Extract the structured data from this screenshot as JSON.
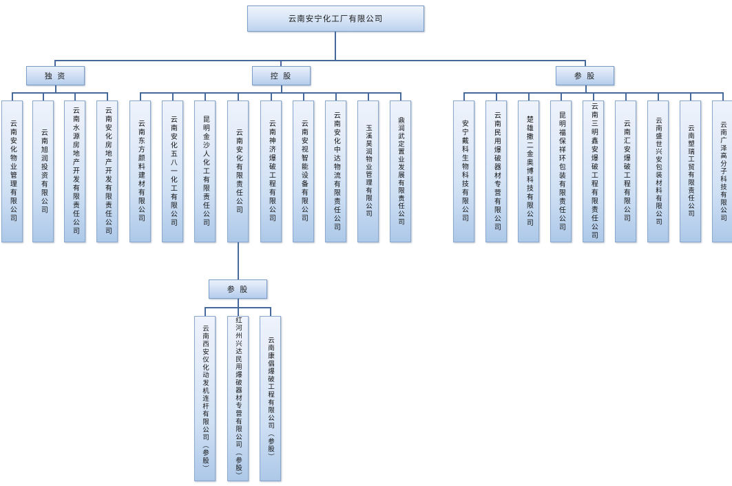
{
  "chart": {
    "type": "org-chart",
    "root": {
      "label": "云南安宁化工厂有限公司"
    },
    "branches": [
      {
        "id": "duzi",
        "label": "独 资",
        "children": [
          {
            "label": "云南安化物业管理有限公司"
          },
          {
            "label": "云南旭润投资有限公司"
          },
          {
            "label": "云南水源房地产开发有限责任公司"
          },
          {
            "label": "云南安化房地产开发有限责任公司"
          }
        ]
      },
      {
        "id": "konggu",
        "label": "控 股",
        "children": [
          {
            "label": "云南东方颜料建材有限公司"
          },
          {
            "label": "云南安化五八一化工有限公司"
          },
          {
            "label": "昆明金沙人化工有限责任公司"
          },
          {
            "label": "云南安化有限责任公司"
          },
          {
            "label": "云南神济爆破工程有限公司"
          },
          {
            "label": "云南安视智能设备有限公司"
          },
          {
            "label": "云南安化中达物流有限责任公司"
          },
          {
            "label": "玉溪昊润物业管理有限公司"
          },
          {
            "label": "鼎润武定置业发展有限责任公司"
          }
        ],
        "sub": {
          "id": "konggu-cangu",
          "label": "参 股",
          "parent_child_index": 3,
          "children": [
            {
              "label": "云南西安仪化动发机连杆有限公司（参股）"
            },
            {
              "label": "红河州兴达民用爆破器材专营有限公司（参股）"
            },
            {
              "label": "云南康倡爆破工程有限公司（参股）"
            }
          ]
        }
      },
      {
        "id": "cangu",
        "label": "参 股",
        "children": [
          {
            "label": "安宁戴科生物科技有限公司"
          },
          {
            "label": "云南民用爆破器材专营有限公司"
          },
          {
            "label": "楚雄撒二金奥博科技有限公司"
          },
          {
            "label": "昆明福保祥环包装有限责任公司"
          },
          {
            "label": "云南三明鑫安爆破工程有限责任公司"
          },
          {
            "label": "云南汇安爆破工程有限公司"
          },
          {
            "label": "云南盛世兴安包装材料有限公司"
          },
          {
            "label": "云南塑瑞工贸有限责任公司"
          },
          {
            "label": "云南广泽高分子科技有限公司"
          }
        ]
      }
    ]
  },
  "colors": {
    "line": "#44689a",
    "box_border": "#7a9cc6",
    "box_fill_top": "#eef3fc",
    "box_fill_bottom": "#adc8e8",
    "text": "#111111",
    "background": "#ffffff"
  }
}
